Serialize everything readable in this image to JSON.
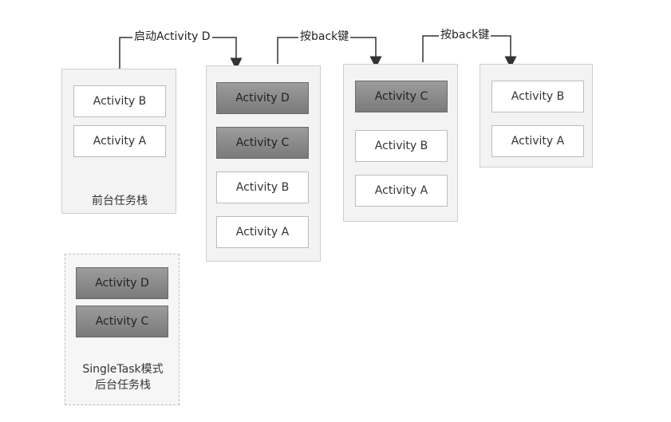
{
  "connectors": [
    {
      "label": "启动Activity D"
    },
    {
      "label": "按back键"
    },
    {
      "label": "按back键"
    }
  ],
  "stacks": {
    "fg1": {
      "items": [
        "Activity B",
        "Activity A"
      ],
      "label": "前台任务栈"
    },
    "fg2": {
      "items": [
        "Activity D",
        "Activity C",
        "Activity B",
        "Activity A"
      ]
    },
    "fg3": {
      "items": [
        "Activity C",
        "Activity B",
        "Activity A"
      ]
    },
    "fg4": {
      "items": [
        "Activity B",
        "Activity A"
      ]
    },
    "bg": {
      "items": [
        "Activity D",
        "Activity C"
      ],
      "label_line1": "SingleTask模式",
      "label_line2": "后台任务栈"
    }
  }
}
